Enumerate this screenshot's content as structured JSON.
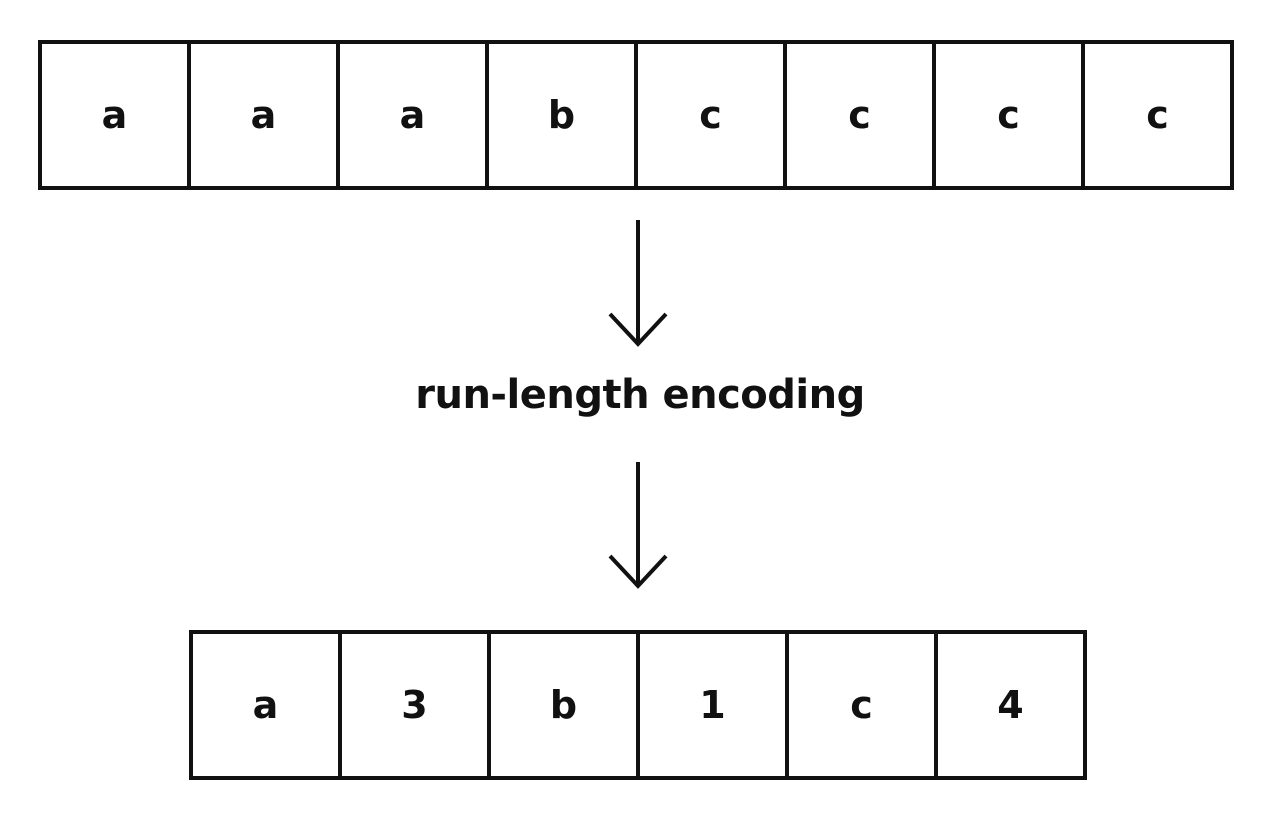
{
  "input": {
    "cells": [
      "a",
      "a",
      "a",
      "b",
      "c",
      "c",
      "c",
      "c"
    ]
  },
  "process": {
    "label": "run-length encoding"
  },
  "output": {
    "cells": [
      "a",
      "3",
      "b",
      "1",
      "c",
      "4"
    ]
  },
  "icons": {
    "flow_arrows": "arrow-down-icon"
  },
  "colors": {
    "stroke": "#111111",
    "background": "#ffffff"
  }
}
